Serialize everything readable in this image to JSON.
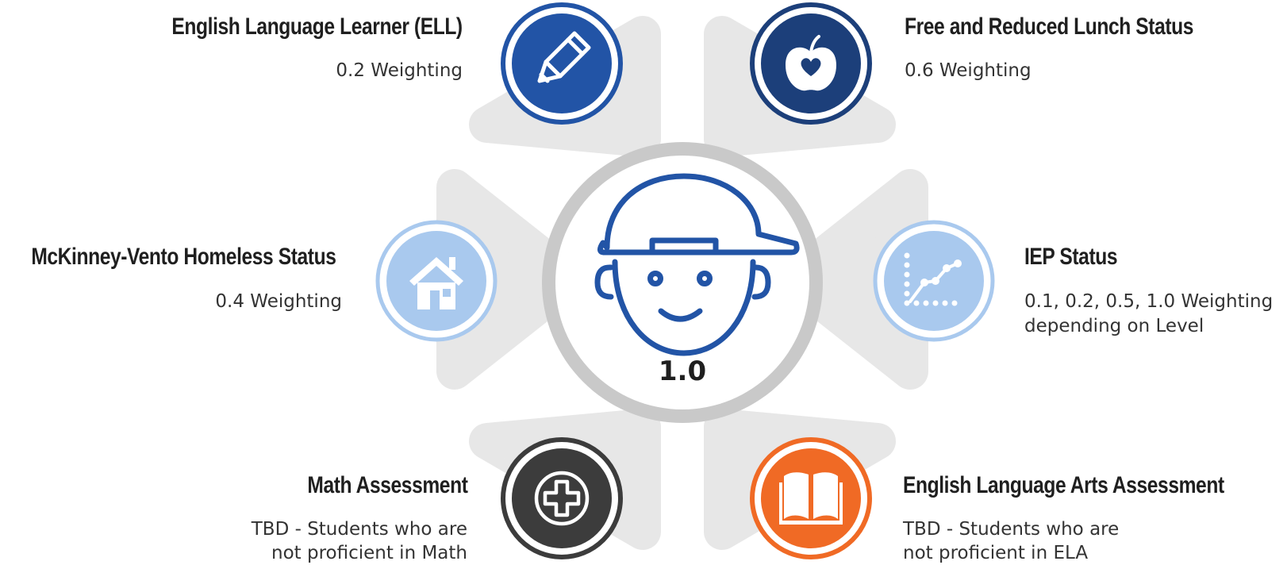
{
  "center": {
    "value": "1.0",
    "icon": "student-face-icon"
  },
  "colors": {
    "petal": "#e7e7e7",
    "ring": "#c9c9c9",
    "dark_blue": "#2254a6",
    "navy": "#1c3f7a",
    "light_blue": "#a9c9ee",
    "charcoal": "#3c3c3c",
    "orange": "#f06a25"
  },
  "factors": [
    {
      "title": "English Language Learner (ELL)",
      "description": [
        "0.2 Weighting"
      ],
      "icon": "pencil-icon",
      "color": "#2254a6"
    },
    {
      "title": "Free and Reduced Lunch Status",
      "description": [
        "0.6 Weighting"
      ],
      "icon": "apple-heart-icon",
      "color": "#1c3f7a"
    },
    {
      "title": "McKinney-Vento Homeless Status",
      "description": [
        "0.4 Weighting"
      ],
      "icon": "house-icon",
      "color": "#a9c9ee"
    },
    {
      "title": "IEP Status",
      "description": [
        "0.1, 0.2, 0.5, 1.0 Weighting",
        "depending on Level"
      ],
      "icon": "growth-chart-icon",
      "color": "#a9c9ee"
    },
    {
      "title": "Math Assessment",
      "description": [
        "TBD - Students who are",
        "not proficient in Math"
      ],
      "icon": "plus-icon",
      "color": "#3c3c3c"
    },
    {
      "title": "English Language Arts Assessment",
      "description": [
        "TBD - Students who are",
        "not proficient in ELA"
      ],
      "icon": "open-book-icon",
      "color": "#f06a25"
    }
  ]
}
